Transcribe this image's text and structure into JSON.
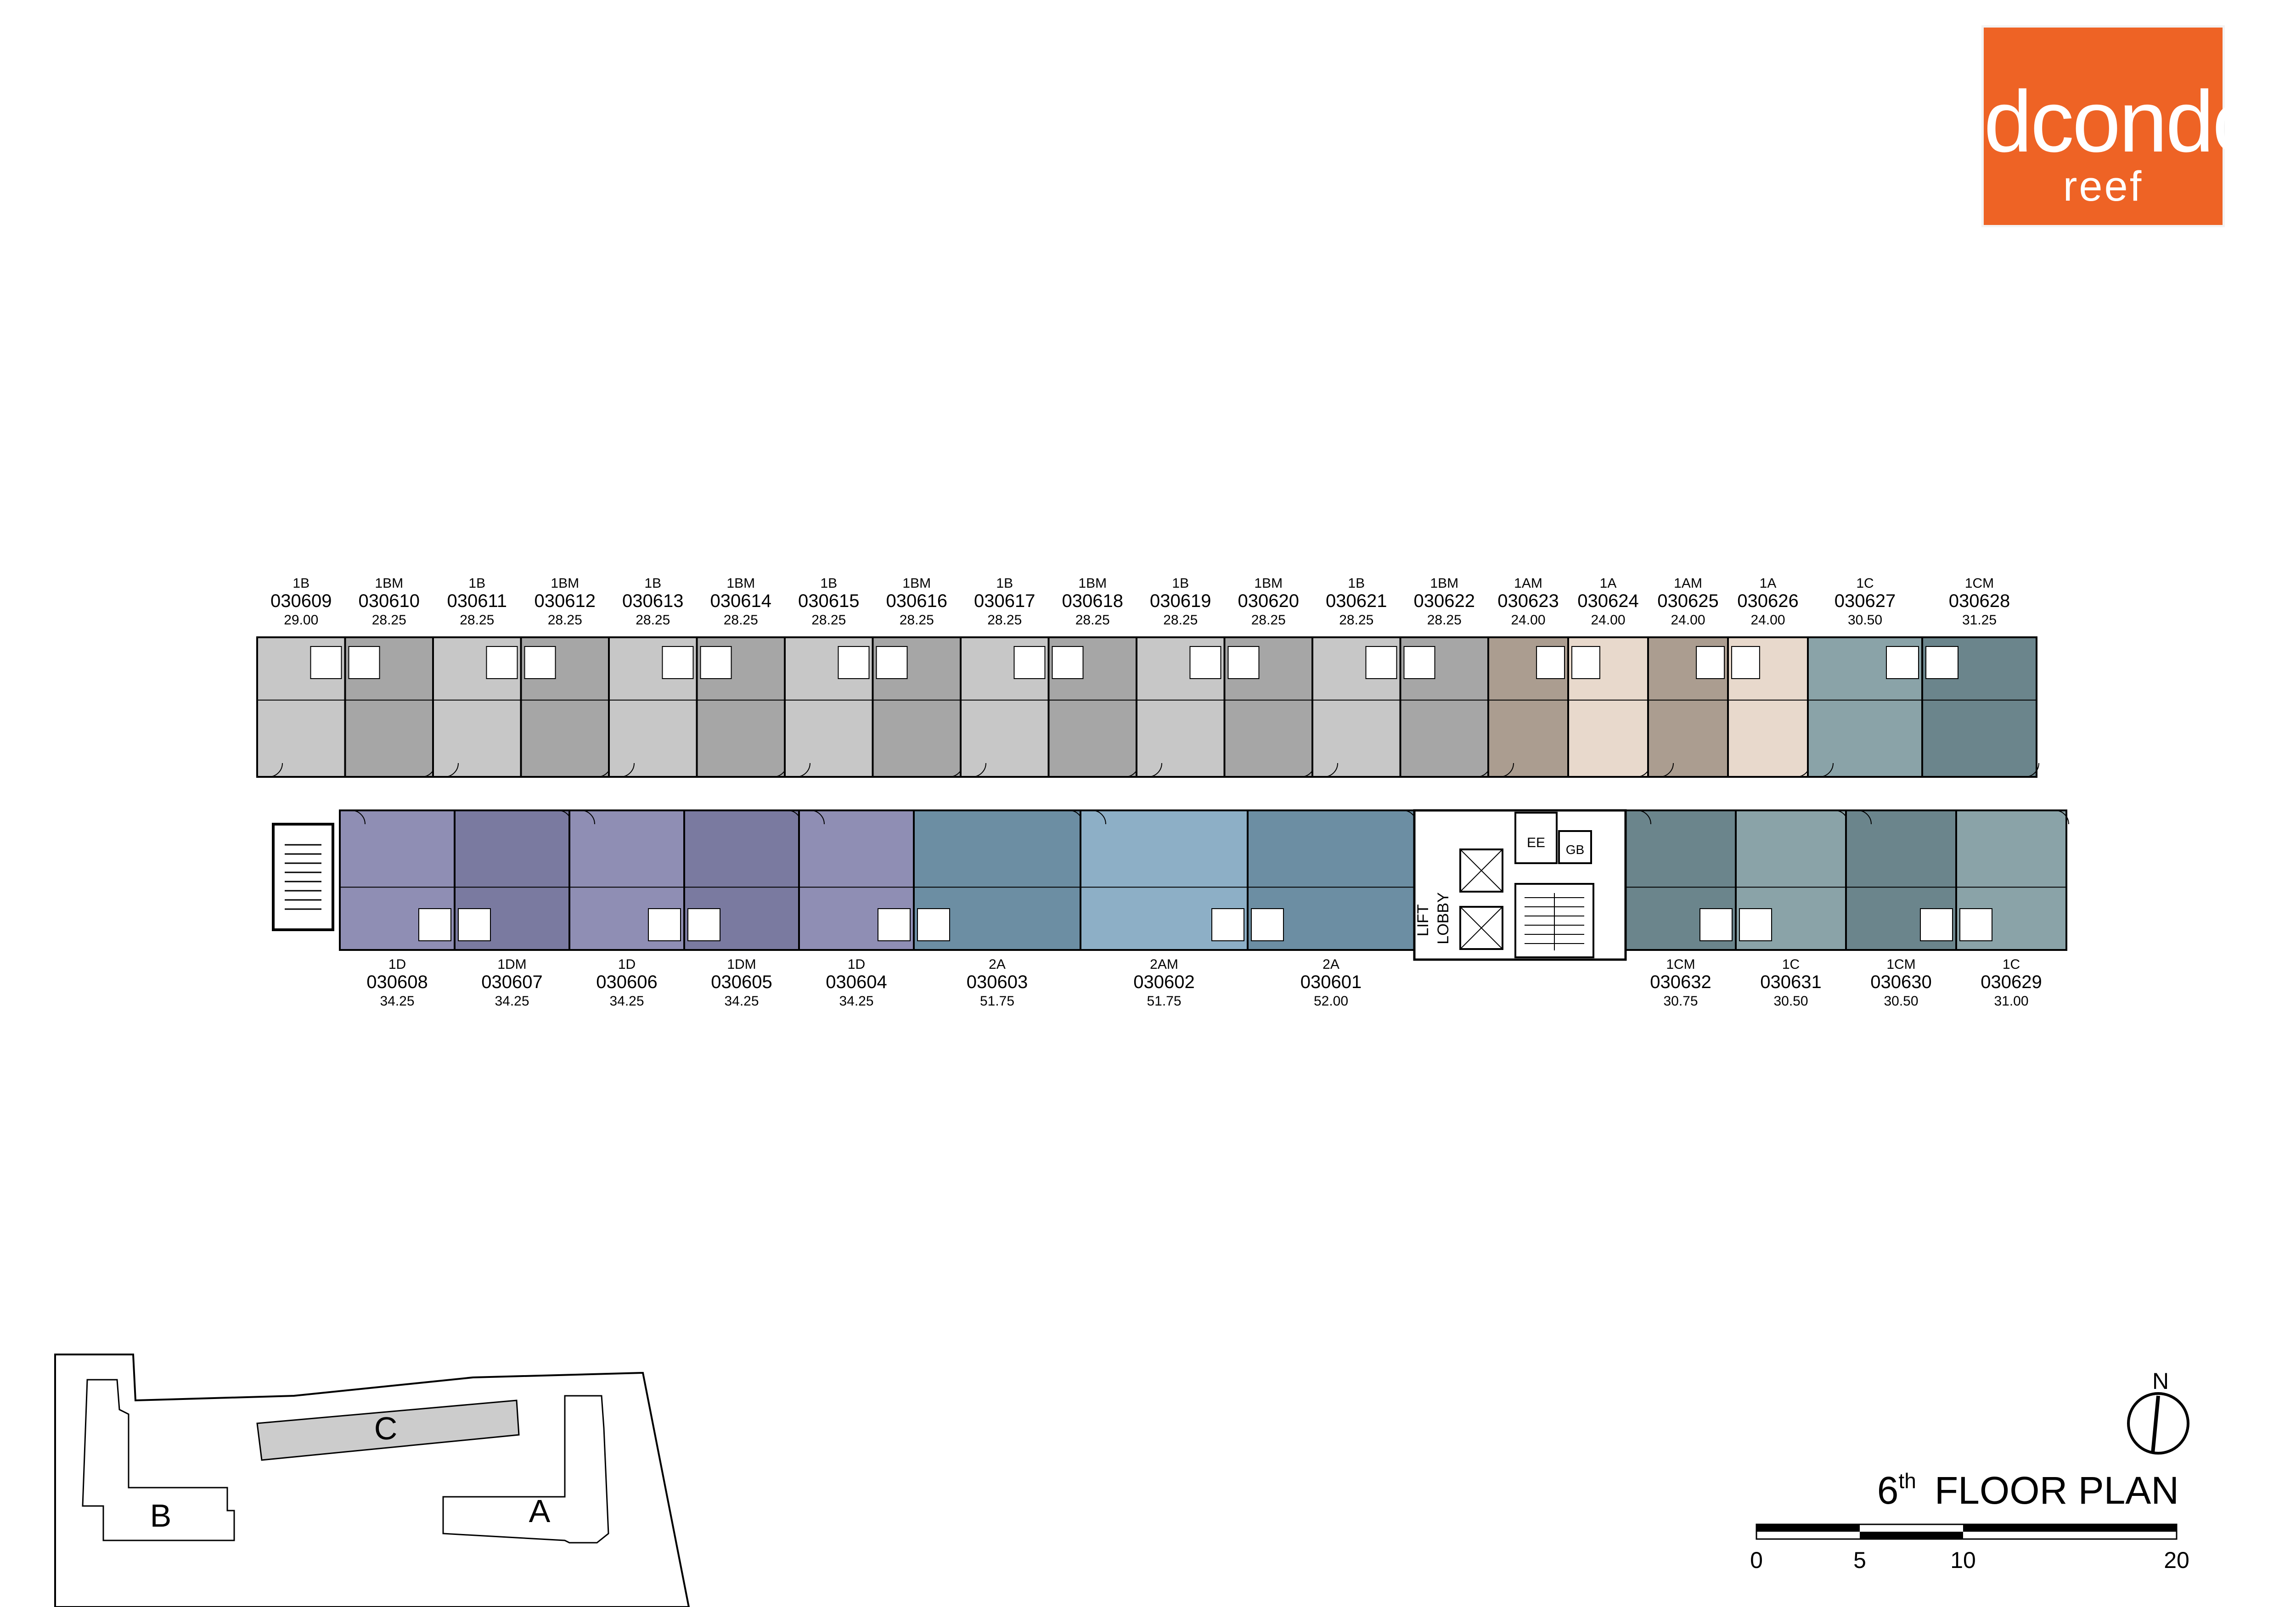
{
  "brand": {
    "name": "dcondo",
    "sub": "reef",
    "color": "#ee6325"
  },
  "floor": {
    "number": "6",
    "suffix": "th",
    "title": "FLOOR PLAN"
  },
  "compass": {
    "label": "N"
  },
  "scale_bar": {
    "ticks": [
      "0",
      "5",
      "10",
      "20"
    ]
  },
  "key_plan": {
    "buildings": [
      "C",
      "B",
      "A"
    ]
  },
  "core": {
    "lobby": "LIFT\nLOBBY",
    "ee": "EE",
    "gb": "GB"
  },
  "colors": {
    "type_1B": "#c7c7c7",
    "type_1BM": "#a6a6a6",
    "type_1AM": "#ab9d90",
    "type_1A": "#e8d9cc",
    "type_1C": "#8aa3a8",
    "type_1CM": "#6b858c",
    "type_1D": "#8f8eb4",
    "type_1DM": "#7a7aa0",
    "type_2A": "#6c8ea3",
    "type_2AM": "#8dafc6",
    "corridor": "#ffffff",
    "wall": "#000000"
  },
  "units_north": [
    {
      "type": "1B",
      "number": "030609",
      "area": "29.00"
    },
    {
      "type": "1BM",
      "number": "030610",
      "area": "28.25"
    },
    {
      "type": "1B",
      "number": "030611",
      "area": "28.25"
    },
    {
      "type": "1BM",
      "number": "030612",
      "area": "28.25"
    },
    {
      "type": "1B",
      "number": "030613",
      "area": "28.25"
    },
    {
      "type": "1BM",
      "number": "030614",
      "area": "28.25"
    },
    {
      "type": "1B",
      "number": "030615",
      "area": "28.25"
    },
    {
      "type": "1BM",
      "number": "030616",
      "area": "28.25"
    },
    {
      "type": "1B",
      "number": "030617",
      "area": "28.25"
    },
    {
      "type": "1BM",
      "number": "030618",
      "area": "28.25"
    },
    {
      "type": "1B",
      "number": "030619",
      "area": "28.25"
    },
    {
      "type": "1BM",
      "number": "030620",
      "area": "28.25"
    },
    {
      "type": "1B",
      "number": "030621",
      "area": "28.25"
    },
    {
      "type": "1BM",
      "number": "030622",
      "area": "28.25"
    },
    {
      "type": "1AM",
      "number": "030623",
      "area": "24.00"
    },
    {
      "type": "1A",
      "number": "030624",
      "area": "24.00"
    },
    {
      "type": "1AM",
      "number": "030625",
      "area": "24.00"
    },
    {
      "type": "1A",
      "number": "030626",
      "area": "24.00"
    },
    {
      "type": "1C",
      "number": "030627",
      "area": "30.50"
    },
    {
      "type": "1CM",
      "number": "030628",
      "area": "31.25"
    }
  ],
  "units_south": [
    {
      "type": "1D",
      "number": "030608",
      "area": "34.25"
    },
    {
      "type": "1DM",
      "number": "030607",
      "area": "34.25"
    },
    {
      "type": "1D",
      "number": "030606",
      "area": "34.25"
    },
    {
      "type": "1DM",
      "number": "030605",
      "area": "34.25"
    },
    {
      "type": "1D",
      "number": "030604",
      "area": "34.25"
    },
    {
      "type": "2A",
      "number": "030603",
      "area": "51.75"
    },
    {
      "type": "2AM",
      "number": "030602",
      "area": "51.75"
    },
    {
      "type": "2A",
      "number": "030601",
      "area": "52.00"
    },
    {
      "type": "1CM",
      "number": "030632",
      "area": "30.75"
    },
    {
      "type": "1C",
      "number": "030631",
      "area": "30.50"
    },
    {
      "type": "1CM",
      "number": "030630",
      "area": "30.50"
    },
    {
      "type": "1C",
      "number": "030629",
      "area": "31.00"
    }
  ]
}
